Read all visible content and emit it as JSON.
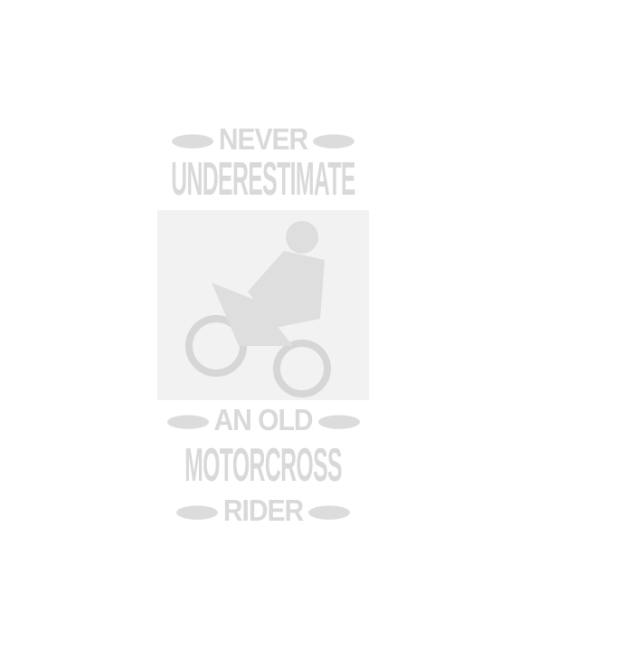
{
  "design": {
    "line1": "NEVER",
    "line2": "UNDERESTIMATE",
    "line3": "AN OLD",
    "line4": "MOTORCROSS",
    "line5": "RIDER",
    "ink_color": "#f6f6f6",
    "background_color": "#ffffff"
  }
}
